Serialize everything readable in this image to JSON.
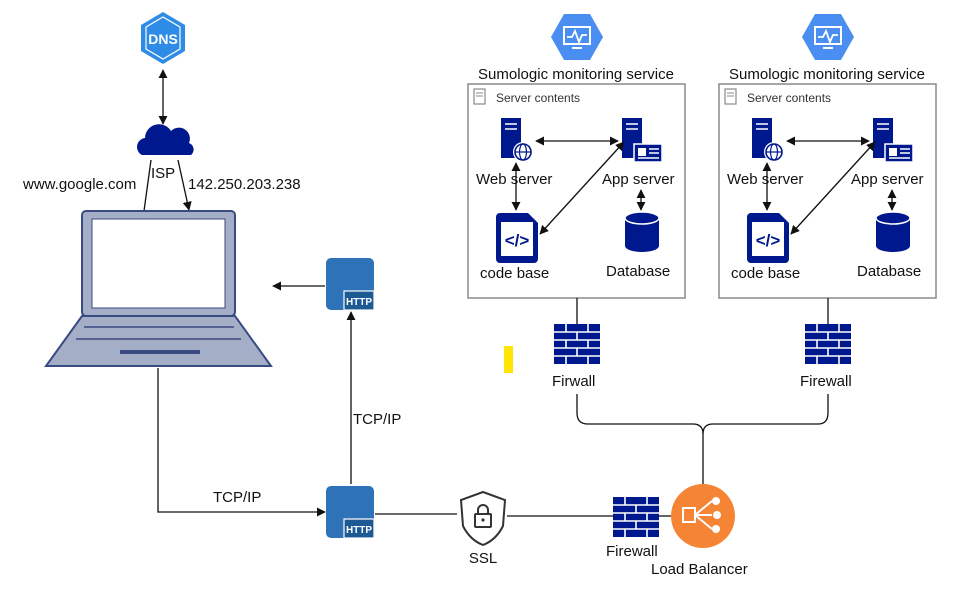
{
  "colors": {
    "navy": "#00188d",
    "dns_blue": "#2e8be6",
    "gcp_blue": "#4a8ef2",
    "http_blue": "#2e73b8",
    "lb_orange": "#f58534",
    "laptop_fill": "#a5aec7",
    "laptop_stroke": "#3a4a82",
    "yellow": "#ffe500",
    "box_stroke": "#8a8a8a"
  },
  "dns": {
    "icon": "dns-globe-icon",
    "label": "DNS"
  },
  "isp": {
    "label": "ISP",
    "icon": "cloud-icon"
  },
  "domain_text": "www.google.com",
  "ip_text": "142.250.203.238",
  "http_icon_label": "HTTP",
  "tcp_ip_left": "TCP/IP",
  "tcp_ip_right": "TCP/IP",
  "ssl": {
    "label": "SSL",
    "icon": "shield-lock-icon"
  },
  "firewall_bottom": "Firewall",
  "load_balancer": "Load Balancer",
  "clusters": [
    {
      "monitor_title": "Sumologic monitoring service",
      "box_title": "Server contents",
      "web_server": "Web server",
      "app_server": "App server",
      "code_base": "code base",
      "database": "Database",
      "firewall": "Firwall"
    },
    {
      "monitor_title": "Sumologic monitoring service",
      "box_title": "Server contents",
      "web_server": "Web server",
      "app_server": "App server",
      "code_base": "code base",
      "database": "Database",
      "firewall": "Firewall"
    }
  ]
}
